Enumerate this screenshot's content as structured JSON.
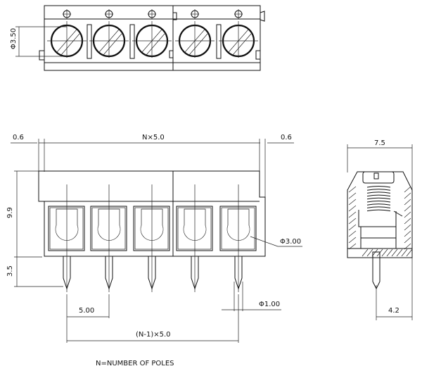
{
  "title": "Terminal block dimension drawing",
  "top_view": {
    "diameter_label": "Φ3.50",
    "screw_count": 5
  },
  "front_view": {
    "left_margin": "0.6",
    "width_label": "N×5.0",
    "right_margin": "0.6",
    "body_height": "9.9",
    "pin_length": "3.5",
    "hole_diameter": "Φ3.00",
    "pitch": "5.00",
    "pin_diameter": "Φ1.00",
    "span_label": "(N-1)×5.0"
  },
  "side_view": {
    "depth": "7.5",
    "pin_offset": "4.2"
  },
  "footnote": "N=NUMBER OF POLES",
  "colors": {
    "line": "#111111",
    "background": "#ffffff"
  }
}
